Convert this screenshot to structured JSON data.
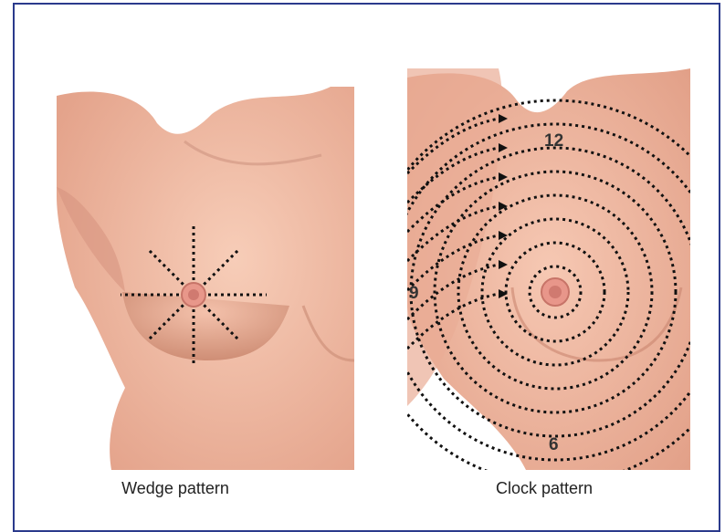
{
  "figure": {
    "frame_color": "#2b3a8c",
    "skin_color": "#f2bba4",
    "shadow_color": "#d98e76",
    "dots_color": "#111111",
    "wedge": {
      "caption": "Wedge pattern",
      "spoke_count": 8
    },
    "clock": {
      "caption": "Clock pattern",
      "ring_count": 8,
      "numbers": {
        "twelve": "12",
        "nine": "9",
        "six": "6"
      }
    }
  }
}
